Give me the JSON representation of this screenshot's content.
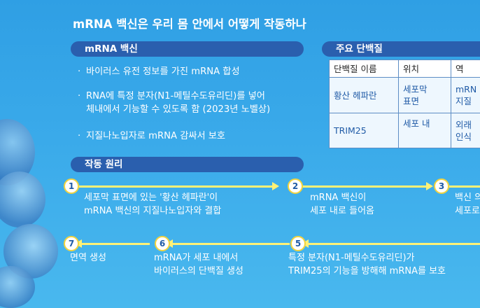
{
  "title": "mRNA 백신은 우리 몸 안에서 어떻게 작동하나",
  "vaccine_section": {
    "heading": "mRNA 백신",
    "bullets": [
      {
        "line1": "바이러스 유전 정보를 가진 mRNA 합성",
        "line2": ""
      },
      {
        "line1": "RNA에 특정 분자(N1-메틸수도유리딘)를 넣어",
        "line2": "체내에서 기능할 수 있도록 함 (2023년 노벨상)"
      },
      {
        "line1": "지질나노입자로 mRNA 감싸서 보호",
        "line2": ""
      }
    ],
    "bullet_marker": "·"
  },
  "protein_section": {
    "heading": "주요 단백질",
    "columns": [
      "단백질 이름",
      "위치",
      "역"
    ],
    "rows": [
      {
        "name": "황산 헤파란",
        "location_1": "세포막",
        "location_2": "표면",
        "role_1": "mRN",
        "role_2": "지질"
      },
      {
        "name": "TRIM25",
        "location_1": "세포 내",
        "location_2": "",
        "role_1": "외래",
        "role_2": "인식"
      }
    ]
  },
  "mechanism_section": {
    "heading": "작동 원리",
    "steps": [
      {
        "num": "1",
        "line1": "세포막 표면에 있는 '황산 헤파란'이",
        "line2": "mRNA 백신의 지질나노입자와 결합"
      },
      {
        "num": "2",
        "line1": "mRNA 백신이",
        "line2": "세포 내로 들어옴"
      },
      {
        "num": "3",
        "line1": "백신 의",
        "line2": "세포로"
      },
      {
        "num": "5",
        "line1": "특정 분자(N1-메틸수도유리딘)가",
        "line2": "TRIM25의 기능을 방해해 mRNA를 보호"
      },
      {
        "num": "6",
        "line1": "mRNA가 세포 내에서",
        "line2": "바이러스의 단백질 생성"
      },
      {
        "num": "7",
        "line1": "면역 생성",
        "line2": ""
      }
    ]
  },
  "colors": {
    "background": "#3aaaea",
    "pill": "#2a5fae",
    "arrow": "#fff176",
    "step_border": "#f2d33e",
    "table_text": "#1f5aa6"
  }
}
